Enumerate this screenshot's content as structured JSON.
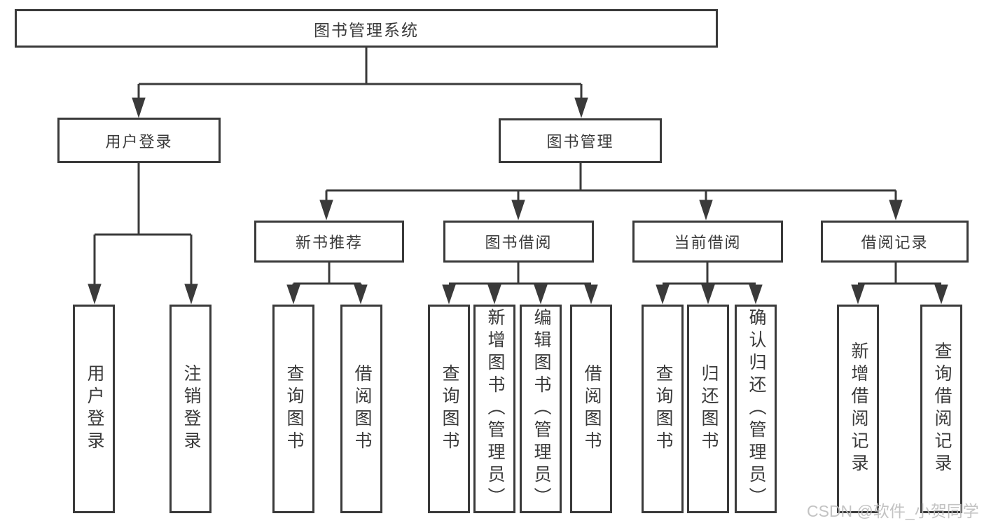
{
  "colors": {
    "line": "#3a3a3a",
    "text": "#3a3a3a",
    "bg": "#ffffff",
    "watermark": "#bdbdbd"
  },
  "watermark": {
    "text": "CSDN @软件_小贺同学"
  },
  "tree": {
    "label": "图书管理系统",
    "children": [
      {
        "label": "用户登录",
        "children": [
          {
            "label": "用户登录"
          },
          {
            "label": "注销登录"
          }
        ]
      },
      {
        "label": "图书管理",
        "children": [
          {
            "label": "新书推荐",
            "children": [
              {
                "label": "查询图书"
              },
              {
                "label": "借阅图书"
              }
            ]
          },
          {
            "label": "图书借阅",
            "children": [
              {
                "label": "查询图书"
              },
              {
                "label": "新增图书（管理员）"
              },
              {
                "label": "编辑图书（管理员）"
              },
              {
                "label": "借阅图书"
              }
            ]
          },
          {
            "label": "当前借阅",
            "children": [
              {
                "label": "查询图书"
              },
              {
                "label": "归还图书"
              },
              {
                "label": "确认归还（管理员）"
              }
            ]
          },
          {
            "label": "借阅记录",
            "children": [
              {
                "label": "新增借阅记录"
              },
              {
                "label": "查询借阅记录"
              }
            ]
          }
        ]
      }
    ]
  }
}
